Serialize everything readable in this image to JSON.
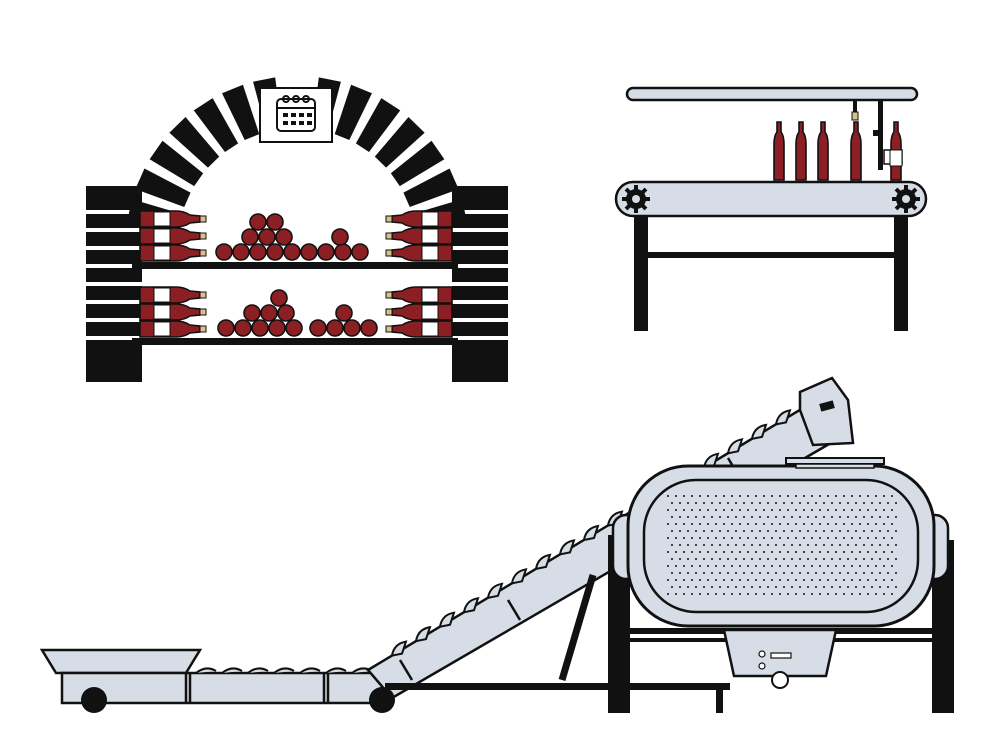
{
  "scene": {
    "background": "#ffffff",
    "colors": {
      "outline": "#111111",
      "wine": "#8b1f24",
      "cork": "#d8c08a",
      "steel": "#d6dde6",
      "label": "#ffffff"
    },
    "icons": {
      "cellar_badge": "calendar-icon",
      "conveyor_gear": "gear-icon",
      "press_drum": "perforated-drum-icon"
    },
    "groups": [
      "wine-cellar-arch",
      "bottling-line",
      "grape-conveyor",
      "wine-press"
    ]
  }
}
